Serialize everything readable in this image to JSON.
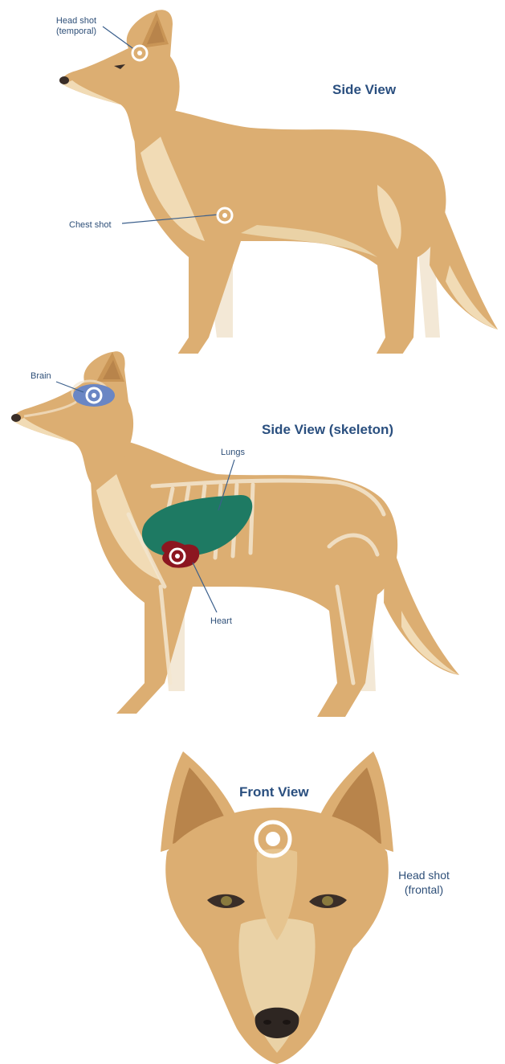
{
  "side_view": {
    "title": "Side View",
    "head_shot_label_1": "Head shot",
    "head_shot_label_2": "(temporal)",
    "chest_shot_label": "Chest shot"
  },
  "skeleton_view": {
    "title": "Side View (skeleton)",
    "brain_label": "Brain",
    "lungs_label": "Lungs",
    "heart_label": "Heart"
  },
  "front_view": {
    "title": "Front View",
    "head_shot_label_1": "Head shot",
    "head_shot_label_2": "(frontal)"
  },
  "colors": {
    "coat": "#dcae72",
    "coat_light": "#f1dbb5",
    "coat_dark": "#b8844b",
    "label_text": "#2e4f78",
    "lungs": "#1e7a63",
    "heart": "#8c1620",
    "brain": "#6a86c4",
    "target_ring": "#ffffff"
  },
  "icons": {
    "target": "target-ring-icon"
  }
}
